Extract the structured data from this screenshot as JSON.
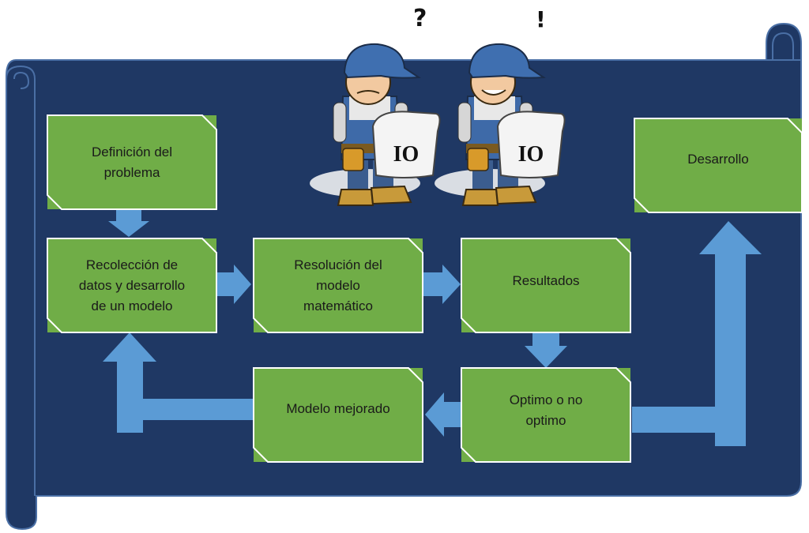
{
  "scroll": {
    "fill": "#1f3864",
    "edge": "#2e4f86"
  },
  "arrow_color": "#5b9bd5",
  "box_color": "#70ad47",
  "boxes": {
    "definicion": "Definición del\nproblema",
    "recoleccion": "Recolección de\ndatos y desarrollo\nde un modelo",
    "resolucion": "Resolución del\nmodelo\nmatemático",
    "resultados": "Resultados",
    "desarrollo": "Desarrollo",
    "optimo": "Optimo o no\noptimo",
    "mejorado": "Modelo mejorado"
  },
  "workers": [
    {
      "mark": "?",
      "badge": "IO",
      "mood": "puzzled"
    },
    {
      "mark": "!",
      "badge": "IO",
      "mood": "happy"
    }
  ]
}
